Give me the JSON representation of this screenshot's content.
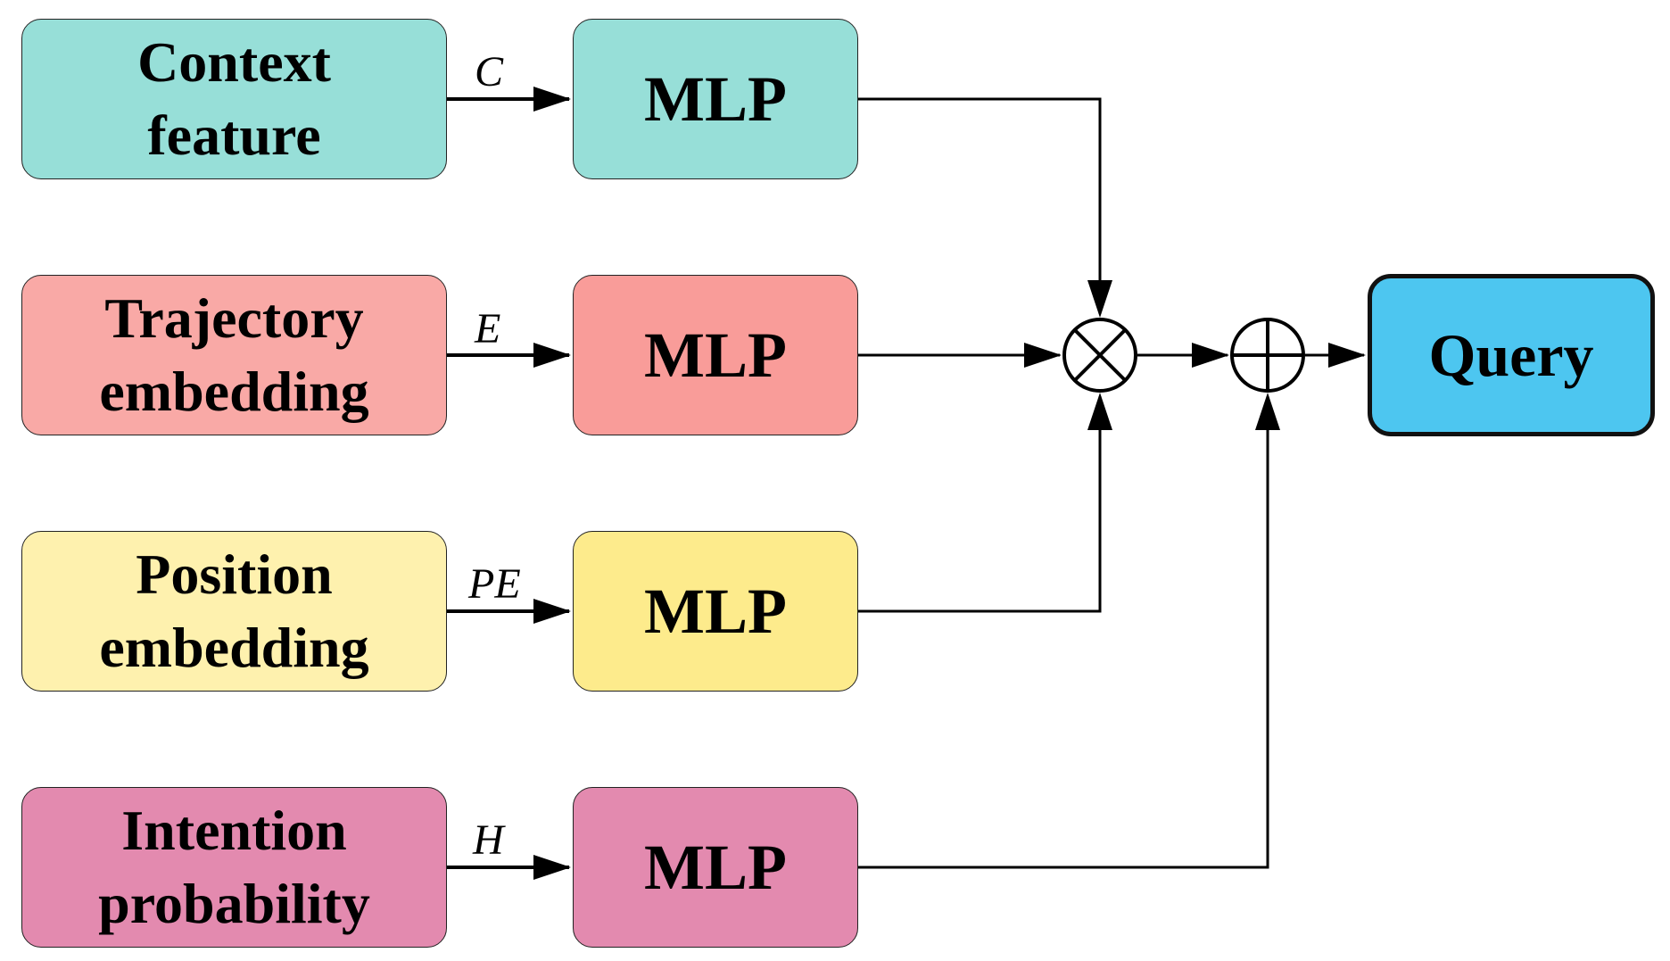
{
  "inputs": [
    {
      "label": "Context\nfeature",
      "symbol": "C",
      "color": "#97DFD8"
    },
    {
      "label": "Trajectory\nembedding",
      "symbol": "E",
      "color": "#F9A9A6"
    },
    {
      "label": "Position\nembedding",
      "symbol": "PE",
      "color": "#FEF1AE"
    },
    {
      "label": "Intention\nprobability",
      "symbol": "H",
      "color": "#E38AAF"
    }
  ],
  "mlps": [
    {
      "label": "MLP",
      "color": "#97DFD8"
    },
    {
      "label": "MLP",
      "color": "#F99C99"
    },
    {
      "label": "MLP",
      "color": "#FDEB8C"
    },
    {
      "label": "MLP",
      "color": "#E38AAF"
    }
  ],
  "operators": {
    "multiply": "⊗",
    "add": "⊕"
  },
  "output": {
    "label": "Query",
    "color": "#4DC6F0"
  }
}
